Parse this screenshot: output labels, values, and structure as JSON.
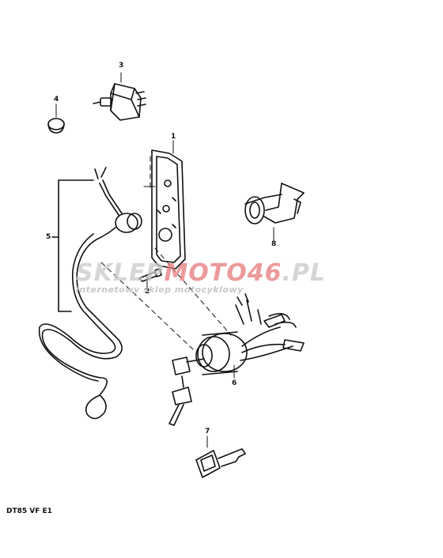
{
  "diagram": {
    "callouts": [
      {
        "id": "1",
        "text": "1"
      },
      {
        "id": "2",
        "text": "2"
      },
      {
        "id": "3",
        "text": "3"
      },
      {
        "id": "4",
        "text": "4"
      },
      {
        "id": "5",
        "text": "5"
      },
      {
        "id": "6",
        "text": "6"
      },
      {
        "id": "7",
        "text": "7"
      },
      {
        "id": "8",
        "text": "8"
      }
    ],
    "model_code": "DT85  VF  E1"
  },
  "watermark": {
    "brand_a": "SKLEP",
    "brand_b": "MOTO",
    "brand_c": "46",
    "brand_d": ".PL",
    "tagline": "internetowy sklep motocyklowy"
  },
  "colors": {
    "ink": "#111111",
    "watermark_gray": "#c8c8c8",
    "watermark_red": "#e67878"
  }
}
